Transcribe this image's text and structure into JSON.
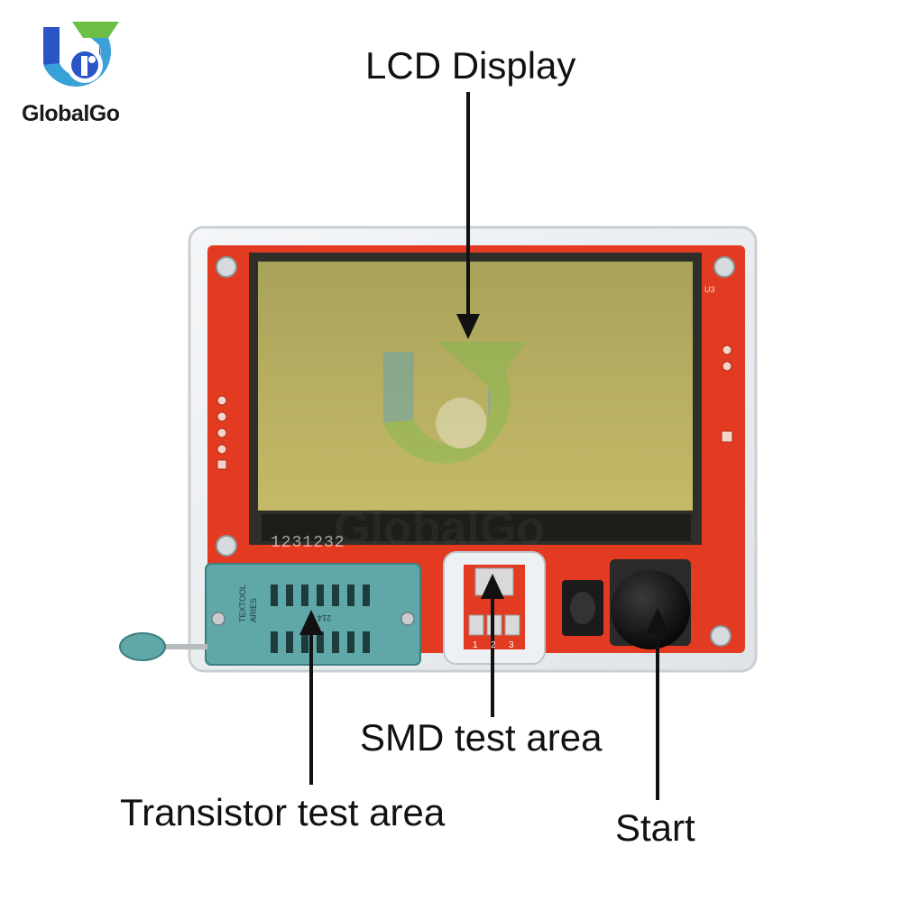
{
  "brand": {
    "name": "GlobalGo",
    "watermark": "GlobalGo"
  },
  "callouts": {
    "lcd": "LCD Display",
    "smd": "SMD test area",
    "transistor": "Transistor test area",
    "start": "Start"
  },
  "device": {
    "silkscreen": "1231232",
    "socket_text_1": "TEXTOOL",
    "socket_text_2": "ARIES",
    "socket_text_3": "214",
    "smd_pins": [
      "1",
      "2",
      "3"
    ],
    "board_label": "U3"
  },
  "colors": {
    "case": "#e8ecef",
    "pcb": "#e23b22",
    "lcd": "#b7ad5e",
    "socket": "#5fa7a8",
    "knob": "#0f0f0f",
    "brand_blue": "#2a55c6",
    "brand_green": "#6dbe45"
  },
  "icons": [
    "globalgo-logo-icon",
    "arrow-icon",
    "screw-icon",
    "rotary-knob-icon",
    "zif-socket-icon",
    "ir-receiver-icon"
  ]
}
